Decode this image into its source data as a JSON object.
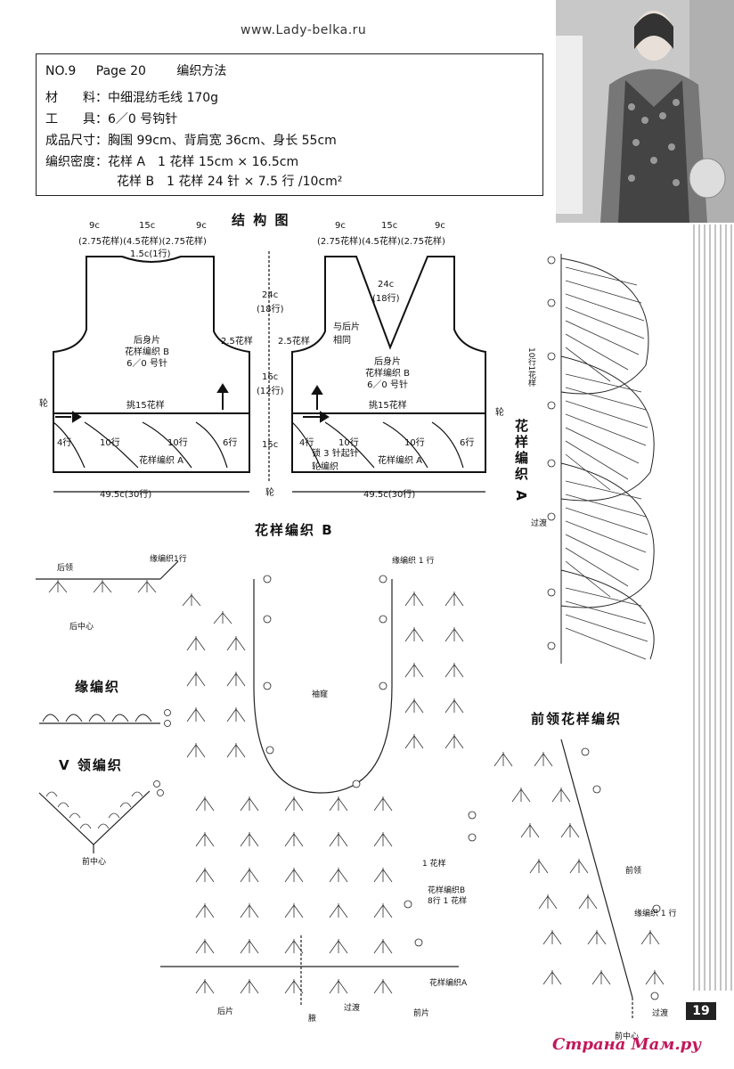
{
  "header": {
    "site": "www.Lady-belka.ru"
  },
  "info": {
    "no": "NO.9",
    "page": "Page 20",
    "method": "编织方法",
    "material": "材　　料：中细混纺毛线 170g",
    "tool": "工　　具：6／0 号钩针",
    "size": "成品尺寸：胸围 99cm、背肩宽 36cm、身长 55cm",
    "gauge_a": "编织密度：花样 A　1 花样 15cm × 16.5cm",
    "gauge_b": "花样 B　1 花样 24 针 × 7.5 行 /10cm²"
  },
  "structure": {
    "title": "结 构 图",
    "top_left": [
      "9c",
      "15c",
      "9c"
    ],
    "top_left_sub": "(2.75花样)(4.5花样)(2.75花样)",
    "neck_back": "1.5c(1行)",
    "h24": "24c",
    "h24_rows": "(18行)",
    "h16": "16c",
    "h16_rows": "(12行)",
    "h15": "15c",
    "arm_left": "2.5花样",
    "arm_right": "2.5花样",
    "same_as_back": "与后片\n相同",
    "v24": "24c",
    "v24_rows": "(18行)",
    "back_piece": "后身片\n花样编织 B\n6／0 号针",
    "front_piece": "后身片\n花样编织 B\n6／0 号针",
    "pick_left": "挑15花样",
    "pick_right": "挑15花样",
    "rows_left": [
      "4行",
      "10行",
      "10行",
      "6行"
    ],
    "rows_right": [
      "4行",
      "10行",
      "10行",
      "6行"
    ],
    "pattern_a_left": "花样编织 A",
    "pattern_a_right": "花样编织 A",
    "chain_note": "锁 3 针起针\n轮编织",
    "width_left": "49.5c(30行)",
    "width_right": "49.5c(30行)",
    "round_left": "轮",
    "round_right": "轮",
    "round_mid": "轮"
  },
  "pattern_a": {
    "title": "花样编织 A",
    "sub": "10行1花样",
    "transfer": "过渡"
  },
  "pattern_b": {
    "title": "花样编织 B",
    "back_neck": "后领",
    "edge_row": "缘编织1行",
    "edge_row_right": "缘编织 1 行",
    "back_center": "后中心",
    "armhole": "袖窿",
    "one_motif": "1 花样",
    "pattern_note": "花样编织B\n8行 1 花样",
    "pattern_a_note": "花样编织A",
    "back": "后片",
    "side": "腋",
    "transfer": "过渡",
    "front": "前片"
  },
  "edge": {
    "title": "缘编织"
  },
  "vneck": {
    "title": "V 领编织",
    "front_center": "前中心"
  },
  "front_neck": {
    "title": "前领花样编织",
    "front_neck": "前领",
    "edge_row": "缘编织 1 行",
    "front_center": "前中心",
    "transfer": "过渡"
  },
  "page_number": "19",
  "watermark": "Страна Мам.ру"
}
